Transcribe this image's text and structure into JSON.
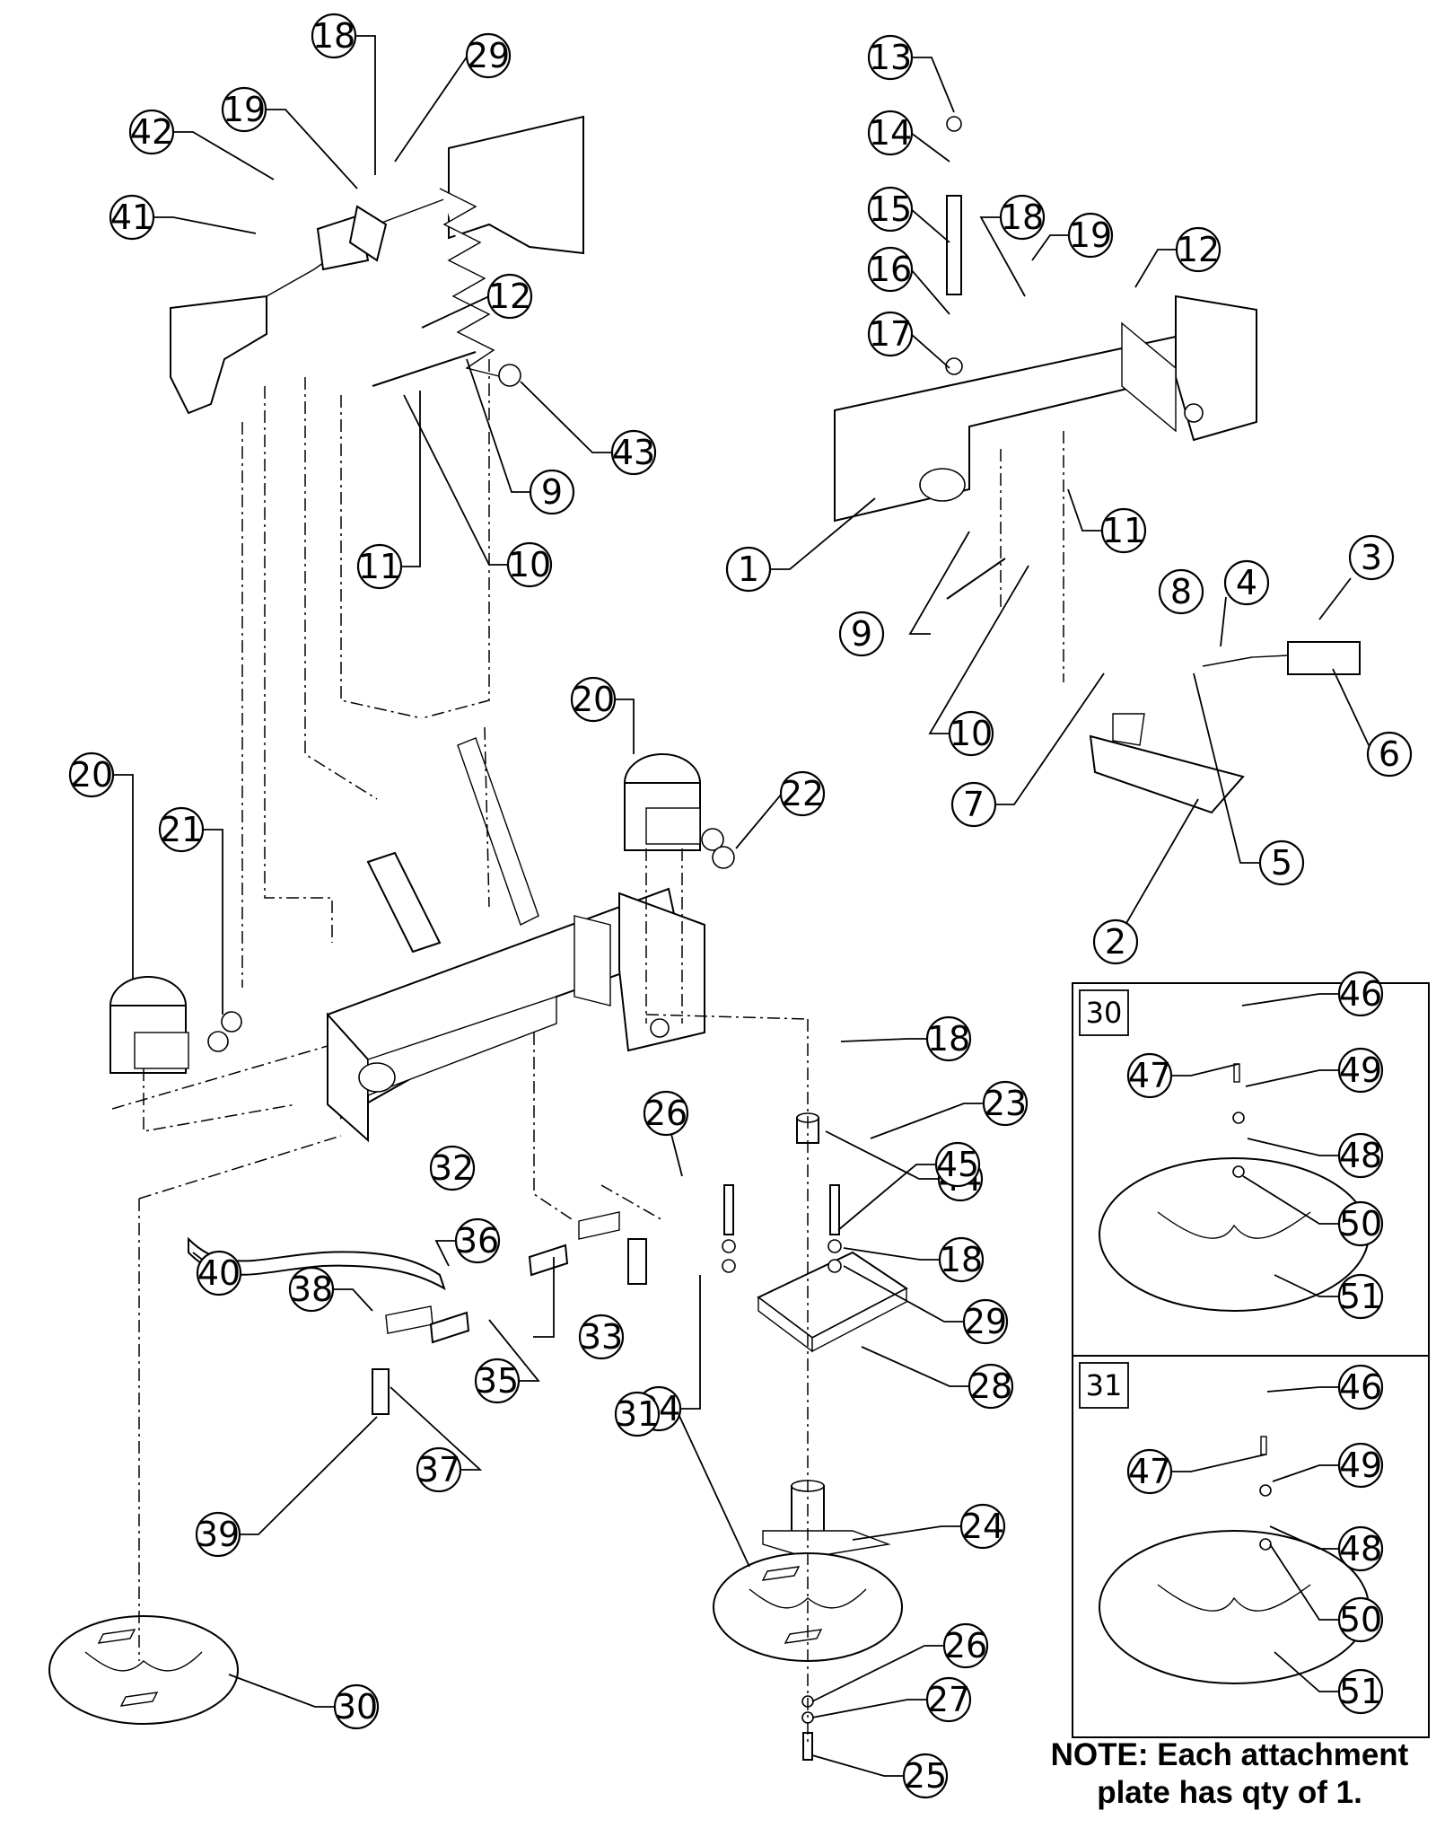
{
  "note": {
    "line1": "NOTE: Each attachment",
    "line2": "plate has qty of 1."
  },
  "detail_boxes": {
    "box_30": "30",
    "box_31": "31"
  },
  "callouts": {
    "c18a": "18",
    "c29a": "29",
    "c19a": "19",
    "c42": "42",
    "c41": "41",
    "c12a": "12",
    "c43": "43",
    "c9a": "9",
    "c11a": "11",
    "c10a": "10",
    "c13": "13",
    "c14": "14",
    "c15": "15",
    "c18b": "18",
    "c19b": "19",
    "c12b": "12",
    "c16": "16",
    "c17": "17",
    "c1": "1",
    "c11b": "11",
    "c3": "3",
    "c4": "4",
    "c8": "8",
    "c9b": "9",
    "c10b": "10",
    "c6": "6",
    "c7": "7",
    "c5": "5",
    "c2": "2",
    "c20a": "20",
    "c22": "22",
    "c20b": "20",
    "c21": "21",
    "c18c": "18",
    "c23": "23",
    "c44": "44",
    "c26a": "26",
    "c32": "32",
    "c36": "36",
    "c45": "45",
    "c18d": "18",
    "c29b": "29",
    "c40": "40",
    "c38": "38",
    "c33": "33",
    "c35": "35",
    "c34": "34",
    "c28": "28",
    "c37": "37",
    "c39": "39",
    "c24": "24",
    "c31": "31",
    "c26b": "26",
    "c27": "27",
    "c30": "30",
    "c25": "25",
    "c46a": "46",
    "c47a": "47",
    "c49a": "49",
    "c48a": "48",
    "c50a": "50",
    "c51a": "51",
    "c46b": "46",
    "c47b": "47",
    "c49b": "49",
    "c48b": "48",
    "c50b": "50",
    "c51b": "51"
  }
}
